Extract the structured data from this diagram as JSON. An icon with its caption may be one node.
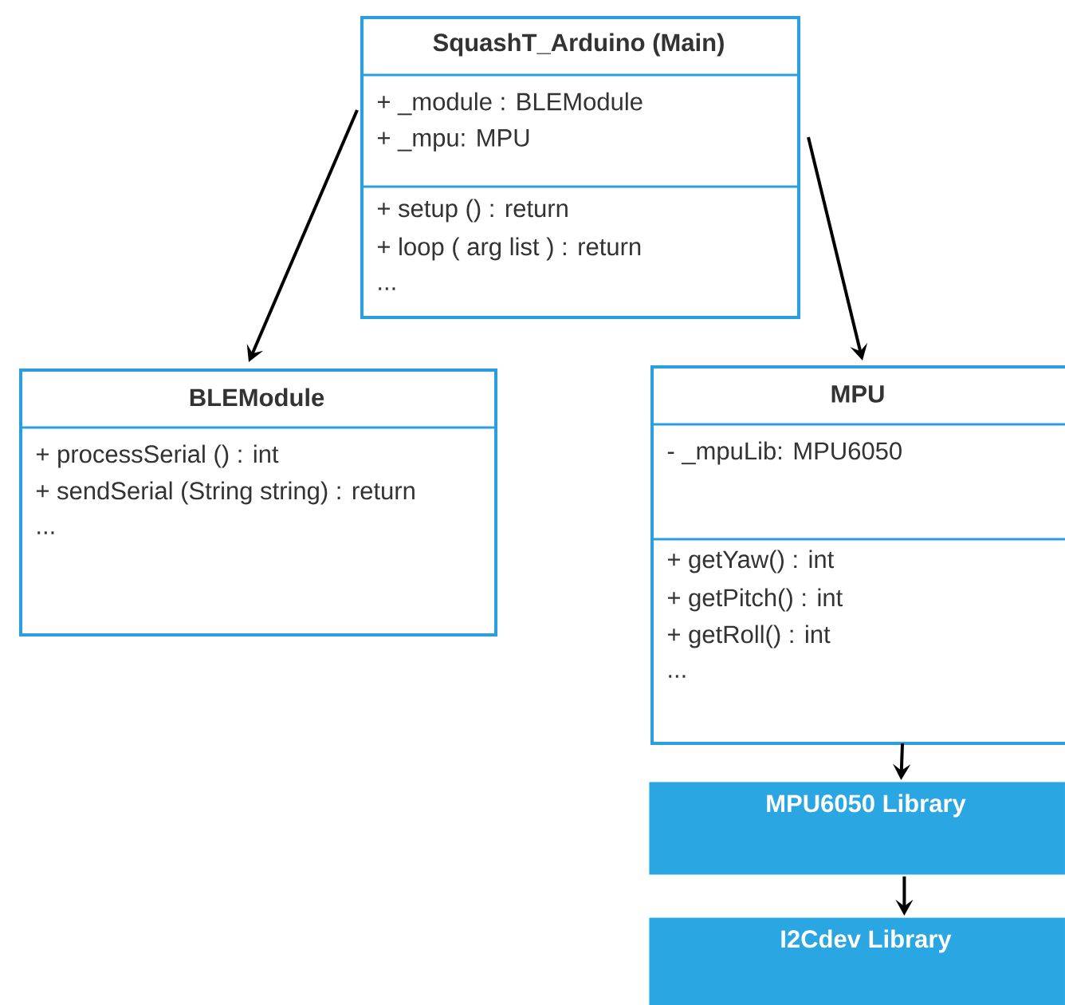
{
  "diagram": {
    "nodes": [
      {
        "text": [
          "SquashT_Arduino (Main)",
          "+ _module : BLEModule",
          "+ _mpu: MPU",
          "+ setup () : return",
          "+ loop ( arg list ) : return",
          "..."
        ]
      },
      {
        "text": [
          "BLEModule",
          "+ processSerial () : int",
          "+ sendSerial (String string) : return",
          "..."
        ]
      },
      {
        "text": [
          "MPU",
          "- _mpuLib: MPU6050",
          "+ getYaw() : int",
          "+ getPitch() : int",
          "+ getRoll() : int",
          "..."
        ]
      },
      {
        "text": [
          "MPU6050 Library"
        ]
      },
      {
        "text": [
          "I2Cdev Library"
        ]
      }
    ],
    "edges": [
      {
        "from": 0,
        "to": 1,
        "arrow": "to"
      },
      {
        "from": 0,
        "to": 2,
        "arrow": "to"
      },
      {
        "from": 2,
        "to": 3,
        "arrow": "to"
      },
      {
        "from": 3,
        "to": 4,
        "arrow": "to"
      }
    ]
  }
}
